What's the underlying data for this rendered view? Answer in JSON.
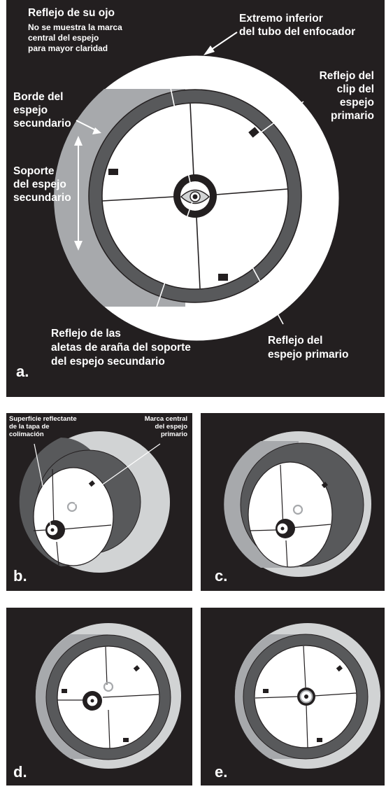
{
  "colors": {
    "background": "#231f20",
    "tube": "#ffffff",
    "secondary_support": "#a7a9ac",
    "secondary_support_light": "#d1d3d4",
    "primary_ring": "#58595b",
    "mirror": "#ffffff",
    "line": "#231f20",
    "center_ring": "#a7a9ac"
  },
  "panel_a": {
    "letter": "a.",
    "labels": {
      "eye_reflection": "Reflejo de su ojo",
      "eye_note_1": "No se muestra la marca",
      "eye_note_2": "central del espejo",
      "eye_note_3": "para mayor claridad",
      "focuser_tube_1": "Extremo inferior",
      "focuser_tube_2": "del tubo del enfocador",
      "clip_1": "Reflejo del",
      "clip_2": "clip del",
      "clip_3": "espejo",
      "clip_4": "primario",
      "secondary_edge_1": "Borde del",
      "secondary_edge_2": "espejo",
      "secondary_edge_3": "secundario",
      "secondary_holder_1": "Soporte",
      "secondary_holder_2": "del espejo",
      "secondary_holder_3": "secundario",
      "spider_1": "Reflejo de las",
      "spider_2": "aletas de araña del soporte",
      "spider_3": "del espejo secundario",
      "primary_1": "Reflejo del",
      "primary_2": "espejo primario"
    }
  },
  "panel_b": {
    "letter": "b.",
    "labels": {
      "cap_1": "Superficie reflectante",
      "cap_2": "de la tapa de",
      "cap_3": "colimación",
      "mark_1": "Marca central",
      "mark_2": "del espejo",
      "mark_3": "primario"
    }
  },
  "panel_c": {
    "letter": "c."
  },
  "panel_d": {
    "letter": "d."
  },
  "panel_e": {
    "letter": "e."
  }
}
